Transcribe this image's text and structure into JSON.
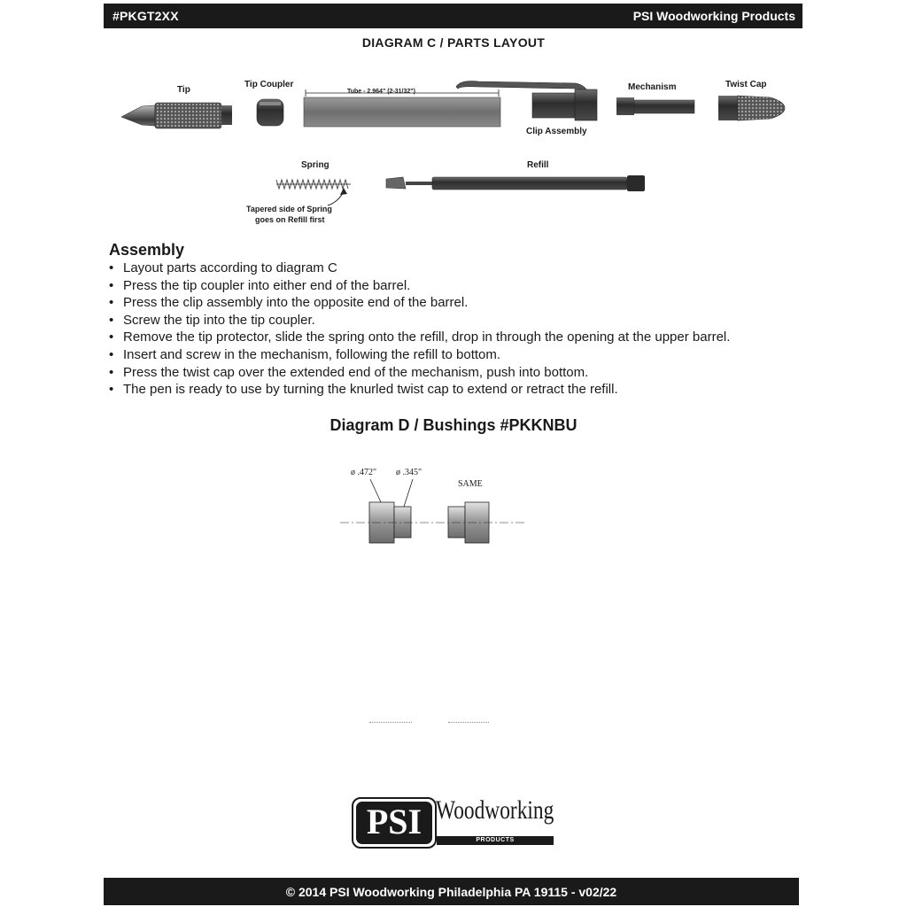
{
  "header": {
    "code": "#PKGT2XX",
    "brand": "PSI Woodworking Products"
  },
  "diagram_c": {
    "title": "DIAGRAM C / PARTS LAYOUT",
    "labels": {
      "tip": "Tip",
      "tip_coupler": "Tip Coupler",
      "tube": "Tube - 2.964\" (2-31/32\")",
      "clip_assembly": "Clip Assembly",
      "mechanism": "Mechanism",
      "twist_cap": "Twist Cap",
      "spring": "Spring",
      "refill": "Refill",
      "spring_note_1": "Tapered side of Spring",
      "spring_note_2": "goes on Refill first"
    }
  },
  "assembly": {
    "heading": "Assembly",
    "steps": [
      "Layout parts according to diagram C",
      "Press the tip coupler into either end of the barrel.",
      "Press the clip assembly into the opposite end of the barrel.",
      "Screw the tip into the tip coupler.",
      "Remove the tip protector, slide the spring onto the refill, drop in through the opening at the upper barrel.",
      "Insert and screw in the mechanism, following the refill to bottom.",
      "Press the twist cap over the extended end of the mechanism, push into bottom.",
      "The pen is ready to use by turning the knurled twist cap to extend or retract the refill."
    ]
  },
  "diagram_d": {
    "title": "Diagram D / Bushings #PKKNBU",
    "dim_large": "ø .472\"",
    "dim_small": "ø .345\"",
    "same": "SAME"
  },
  "logo": {
    "psi": "PSI",
    "word": "Woodworking",
    "products": "PRODUCTS"
  },
  "footer": {
    "text": "© 2014 PSI Woodworking Philadelphia PA 19115 - v02/22"
  }
}
